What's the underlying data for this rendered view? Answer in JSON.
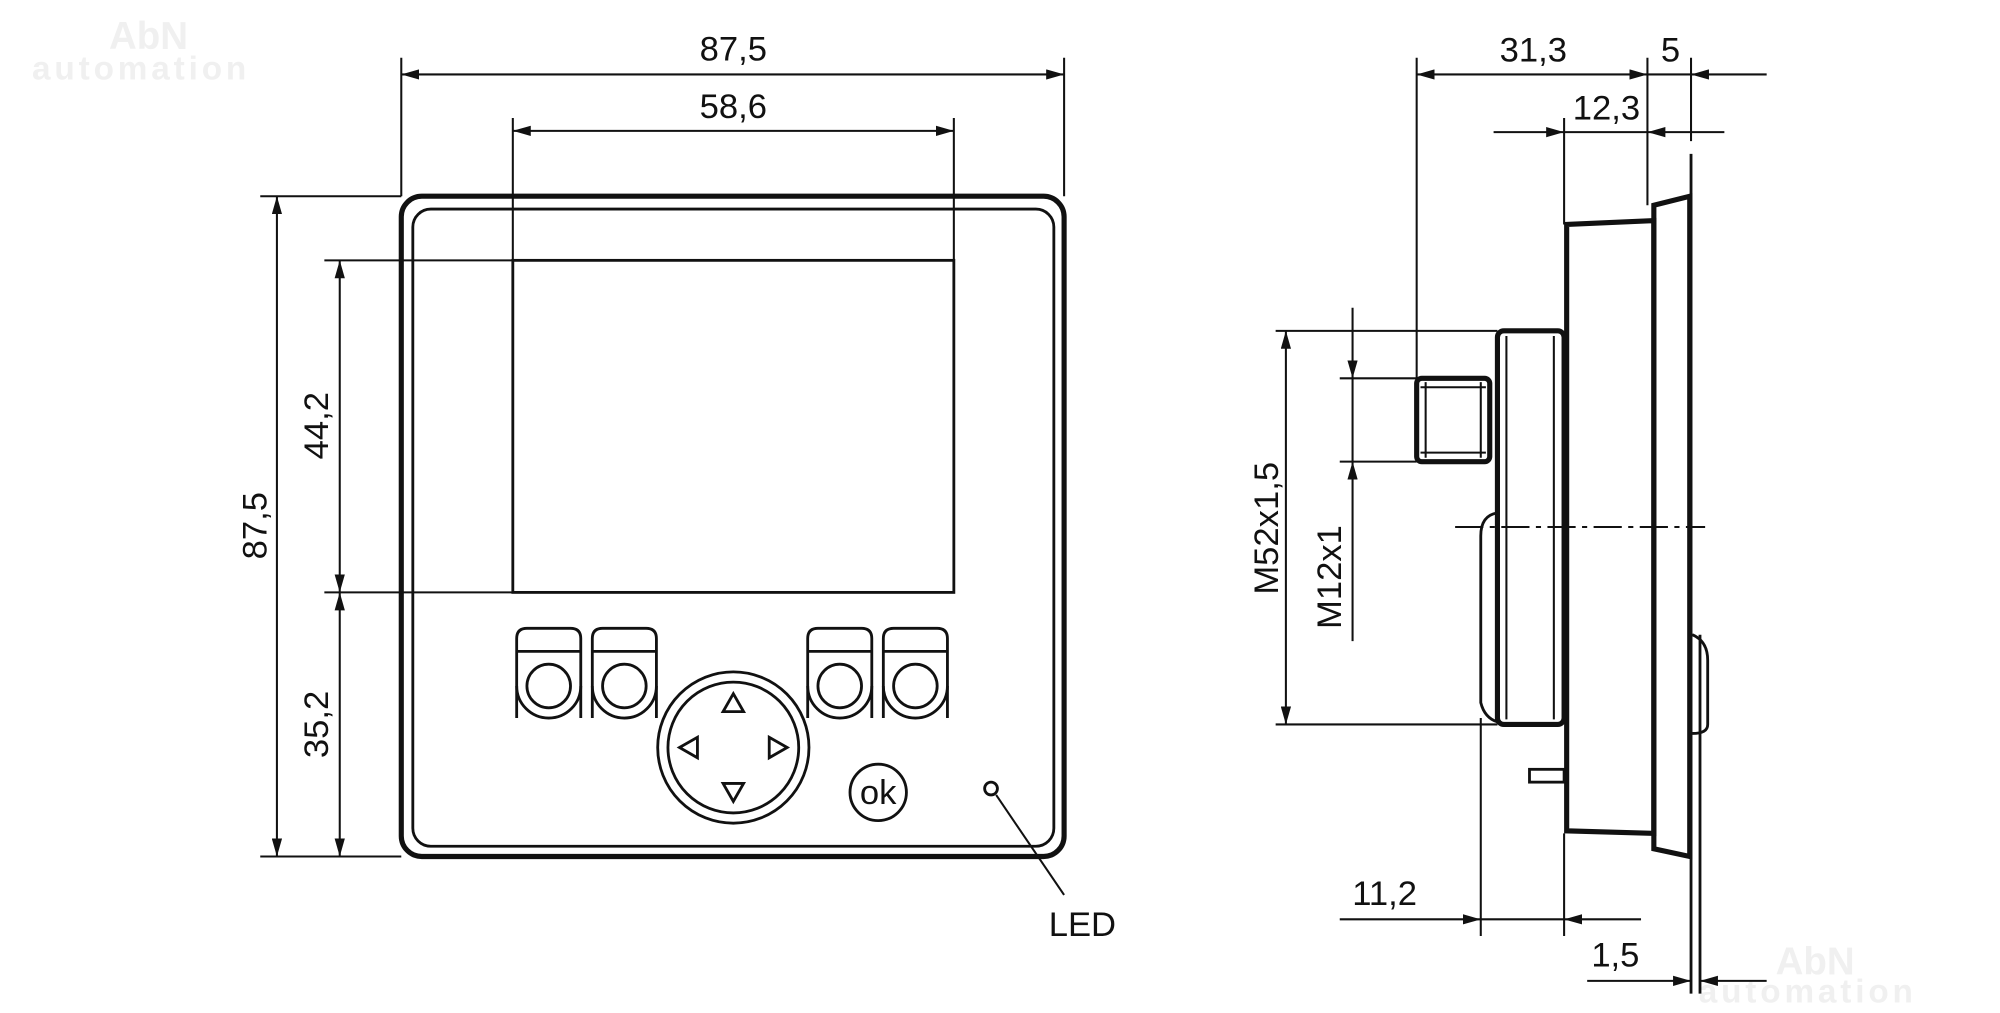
{
  "watermark": {
    "line1": "AbN",
    "line2": "automation"
  },
  "front_view": {
    "width_overall": "87,5",
    "display_width": "58,6",
    "height_overall": "87,5",
    "display_height": "44,2",
    "lower_section_height": "35,2",
    "ok_button_label": "ok",
    "led_label": "LED"
  },
  "side_view": {
    "depth_total": "31,3",
    "front_thickness": "5",
    "body_depth": "12,3",
    "thread_main": "M52x1,5",
    "thread_connector": "M12x1",
    "nut_offset": "11,2",
    "panel_thickness": "1,5"
  }
}
